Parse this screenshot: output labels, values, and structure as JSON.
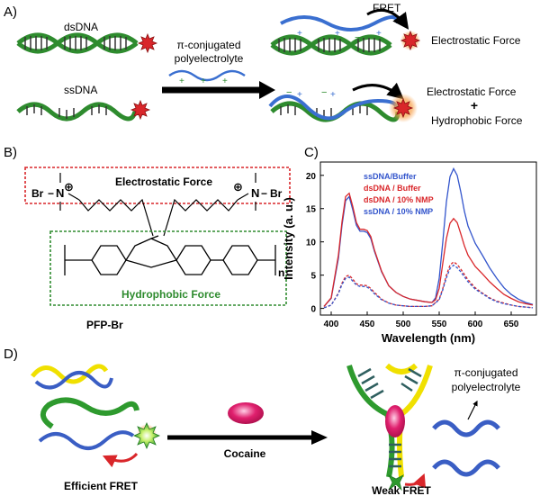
{
  "panels": {
    "a": "A)",
    "b": "B)",
    "c": "C)",
    "d": "D)"
  },
  "panel_a": {
    "dsdna": "dsDNA",
    "ssdna": "ssDNA",
    "pi_line1": "π-conjugated",
    "pi_line2": "polyelectrolyte",
    "fret": "FRET",
    "electrostatic_force": "Electrostatic Force",
    "plus_sign": "+",
    "hydrophobic_force": "Hydrophobic Force"
  },
  "panel_b": {
    "br_left": "Br",
    "br_right": "Br",
    "n_plus": "N",
    "plus": "⊕",
    "electrostatic_box": "Electrostatic Force",
    "hydrophobic_box": "Hydrophobic Force",
    "subscript_n": "n",
    "name": "PFP-Br",
    "colors": {
      "electrostatic": "#d9262a",
      "hydrophobic": "#2e8b2e"
    }
  },
  "chart_data": {
    "type": "line",
    "xlabel": "Wavelength (nm)",
    "ylabel": "Intensity (a. u.)",
    "xlim": [
      385,
      685
    ],
    "ylim": [
      -1,
      22
    ],
    "xticks": [
      400,
      450,
      500,
      550,
      600,
      650
    ],
    "yticks": [
      0,
      5,
      10,
      15,
      20
    ],
    "legend_position": "top-left",
    "series": [
      {
        "name": "ssDNA/Buffer",
        "color": "#3355cc",
        "dash": false,
        "x": [
          390,
          400,
          410,
          415,
          420,
          425,
          430,
          435,
          440,
          445,
          450,
          455,
          460,
          470,
          480,
          490,
          500,
          510,
          520,
          530,
          540,
          545,
          550,
          555,
          560,
          565,
          570,
          575,
          580,
          585,
          590,
          600,
          610,
          620,
          630,
          640,
          650,
          660,
          670,
          680
        ],
        "y": [
          0.3,
          1.5,
          7.5,
          12.5,
          16.2,
          16.8,
          14.8,
          12.5,
          11.6,
          11.6,
          11.4,
          10.5,
          8.6,
          5.5,
          3.4,
          2.4,
          1.8,
          1.4,
          1.2,
          1.0,
          0.9,
          1.6,
          4.5,
          10.0,
          16.0,
          19.8,
          21.0,
          20.0,
          17.5,
          14.6,
          12.4,
          9.8,
          8.0,
          6.1,
          4.5,
          3.1,
          2.1,
          1.4,
          0.9,
          0.6
        ]
      },
      {
        "name": "dsDNA / Buffer",
        "color": "#d9262a",
        "dash": false,
        "x": [
          390,
          400,
          410,
          415,
          420,
          425,
          430,
          435,
          440,
          445,
          450,
          455,
          460,
          470,
          480,
          490,
          500,
          510,
          520,
          530,
          540,
          545,
          550,
          555,
          560,
          565,
          570,
          575,
          580,
          585,
          590,
          600,
          610,
          620,
          630,
          640,
          650,
          660,
          670,
          680
        ],
        "y": [
          0.3,
          1.6,
          8.0,
          13.0,
          16.8,
          17.3,
          15.3,
          12.9,
          11.9,
          11.9,
          11.7,
          10.8,
          8.8,
          5.6,
          3.4,
          2.4,
          1.8,
          1.4,
          1.2,
          1.0,
          0.9,
          1.3,
          3.0,
          6.8,
          10.5,
          12.8,
          13.5,
          12.9,
          11.2,
          9.4,
          8.0,
          6.3,
          5.2,
          4.0,
          3.0,
          2.1,
          1.5,
          1.0,
          0.7,
          0.5
        ]
      },
      {
        "name": "dsDNA / 10% NMP",
        "color": "#d9262a",
        "dash": true,
        "x": [
          390,
          400,
          410,
          415,
          420,
          425,
          430,
          435,
          440,
          445,
          450,
          455,
          460,
          470,
          480,
          490,
          500,
          510,
          520,
          530,
          540,
          550,
          555,
          560,
          565,
          570,
          575,
          580,
          590,
          600,
          610,
          620,
          630,
          640,
          650,
          660,
          670,
          680
        ],
        "y": [
          0.1,
          0.5,
          2.3,
          3.8,
          4.8,
          5.0,
          4.4,
          3.7,
          3.5,
          3.5,
          3.4,
          3.0,
          2.4,
          1.4,
          0.8,
          0.5,
          0.4,
          0.3,
          0.3,
          0.3,
          0.4,
          1.4,
          3.0,
          5.0,
          6.5,
          7.0,
          6.6,
          5.9,
          4.3,
          3.1,
          2.3,
          1.6,
          1.1,
          0.8,
          0.5,
          0.3,
          0.2,
          0.1
        ]
      },
      {
        "name": "ssDNA / 10% NMP",
        "color": "#3355cc",
        "dash": true,
        "x": [
          390,
          400,
          410,
          415,
          420,
          425,
          430,
          435,
          440,
          445,
          450,
          455,
          460,
          470,
          480,
          490,
          500,
          510,
          520,
          530,
          540,
          550,
          555,
          560,
          565,
          570,
          575,
          580,
          590,
          600,
          610,
          620,
          630,
          640,
          650,
          660,
          670,
          680
        ],
        "y": [
          0.1,
          0.5,
          2.2,
          3.6,
          4.5,
          4.7,
          4.1,
          3.5,
          3.3,
          3.3,
          3.2,
          2.8,
          2.2,
          1.3,
          0.8,
          0.5,
          0.4,
          0.3,
          0.3,
          0.3,
          0.4,
          1.3,
          2.8,
          4.6,
          6.0,
          6.5,
          6.1,
          5.5,
          4.0,
          2.9,
          2.2,
          1.5,
          1.0,
          0.7,
          0.5,
          0.3,
          0.2,
          0.1
        ]
      }
    ]
  },
  "panel_d": {
    "cocaine": "Cocaine",
    "efficient_fret": "Efficient FRET",
    "weak_fret": "Weak FRET",
    "pi_line1": "π-conjugated",
    "pi_line2": "polyelectrolyte"
  }
}
